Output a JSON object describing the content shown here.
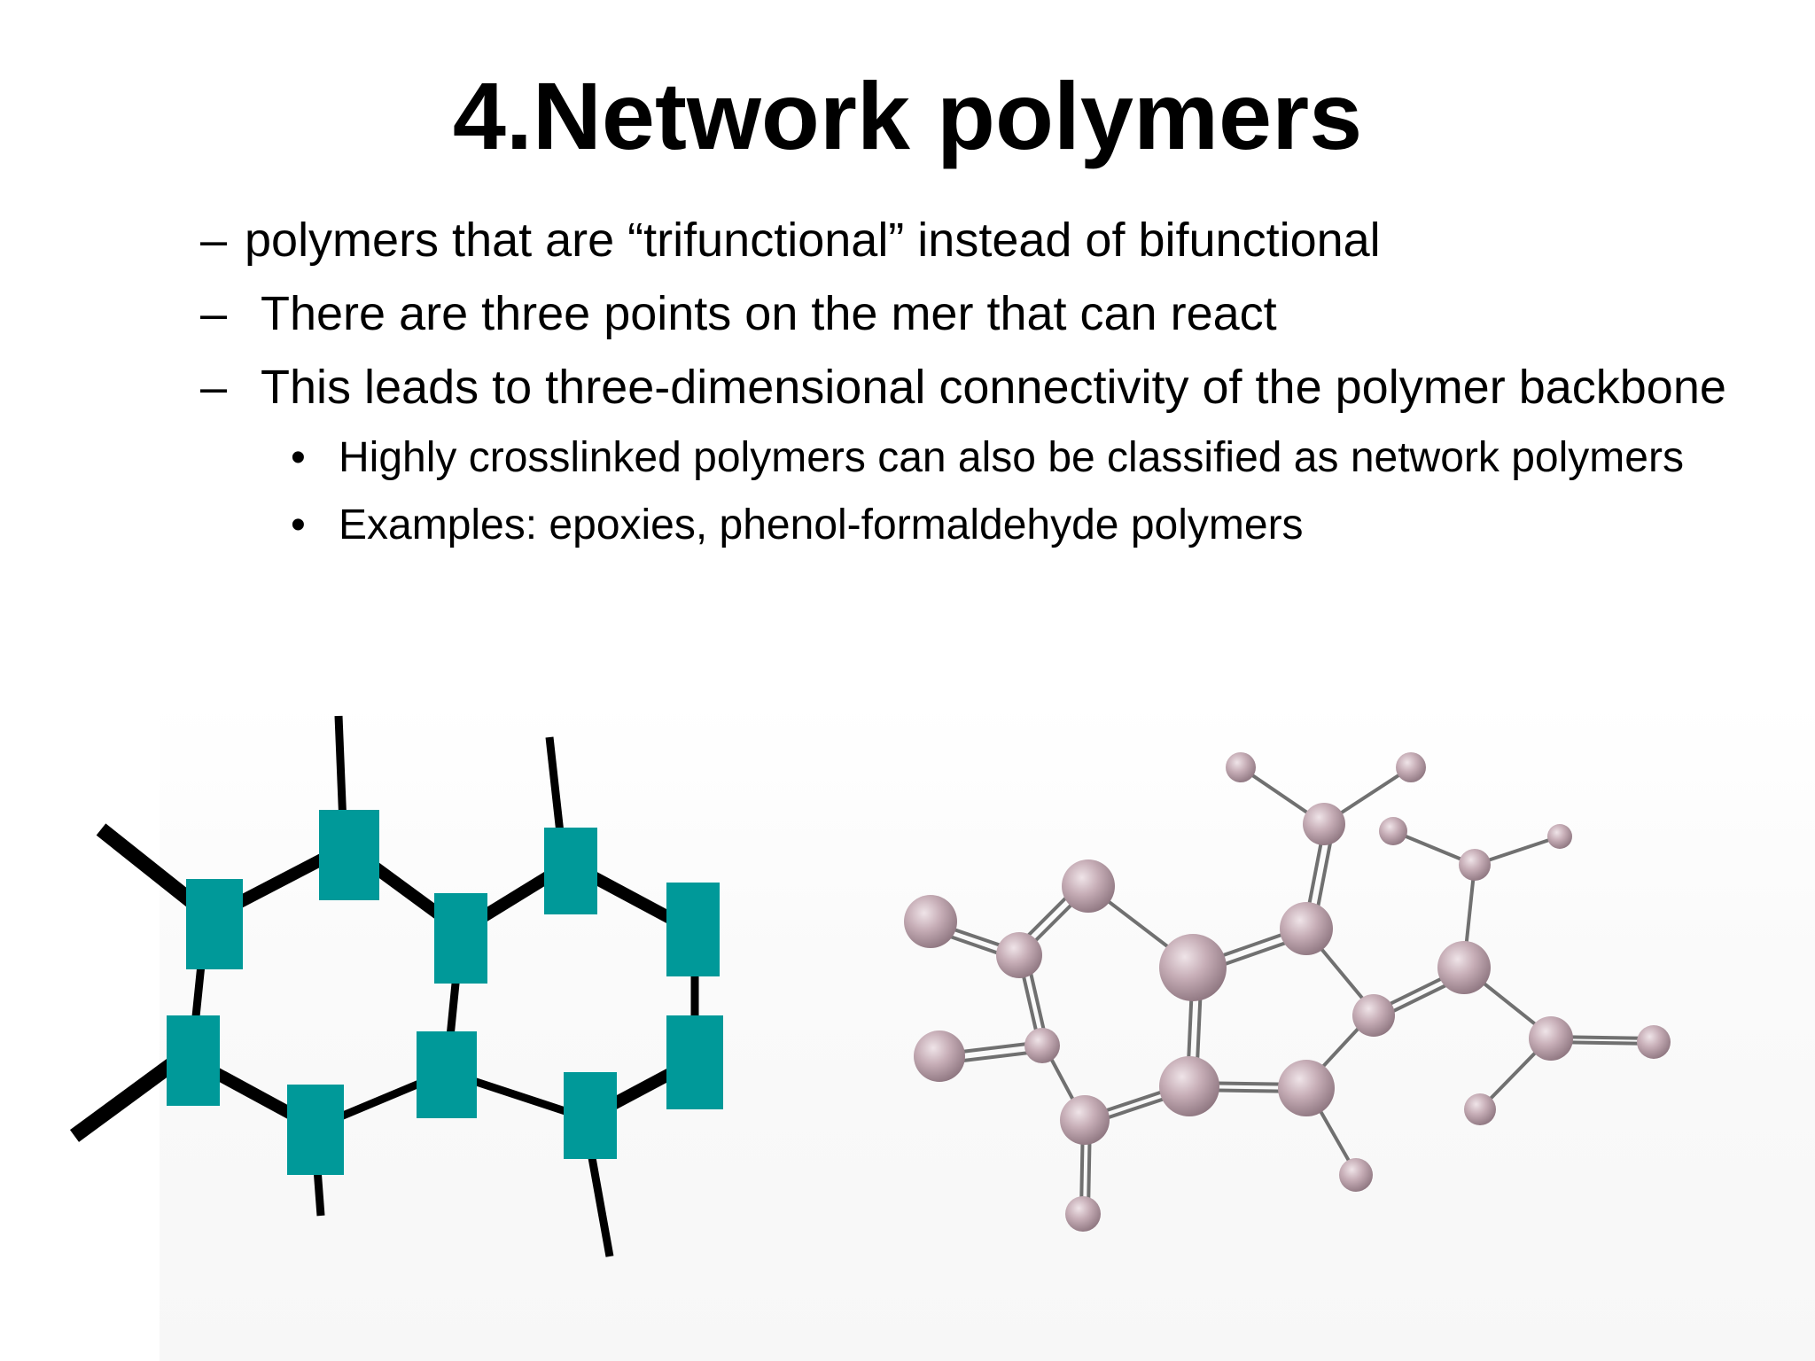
{
  "slide": {
    "title": "4.Network polymers",
    "bullets": [
      {
        "level": 1,
        "marker": "–",
        "text": "polymers that are “trifunctional” instead of bifunctional"
      },
      {
        "level": 1,
        "marker": "–",
        "text": "There are three points on the mer that can react"
      },
      {
        "level": 1,
        "marker": "–",
        "text": "This leads to three-dimensional connectivity of the polymer backbone"
      },
      {
        "level": 2,
        "marker": "•",
        "text": "Highly crosslinked polymers can also be classified as network polymers"
      },
      {
        "level": 2,
        "marker": "•",
        "text": "Examples:  epoxies, phenol-formaldehyde polymers"
      }
    ]
  },
  "figures": {
    "left": {
      "name": "network-polymer-schematic",
      "mer_color": "#009999",
      "bond_color": "#000000"
    },
    "right": {
      "name": "ball-and-stick-molecule",
      "atom_color": "#c2a9b2",
      "bond_color": "#6a6a6a"
    }
  }
}
